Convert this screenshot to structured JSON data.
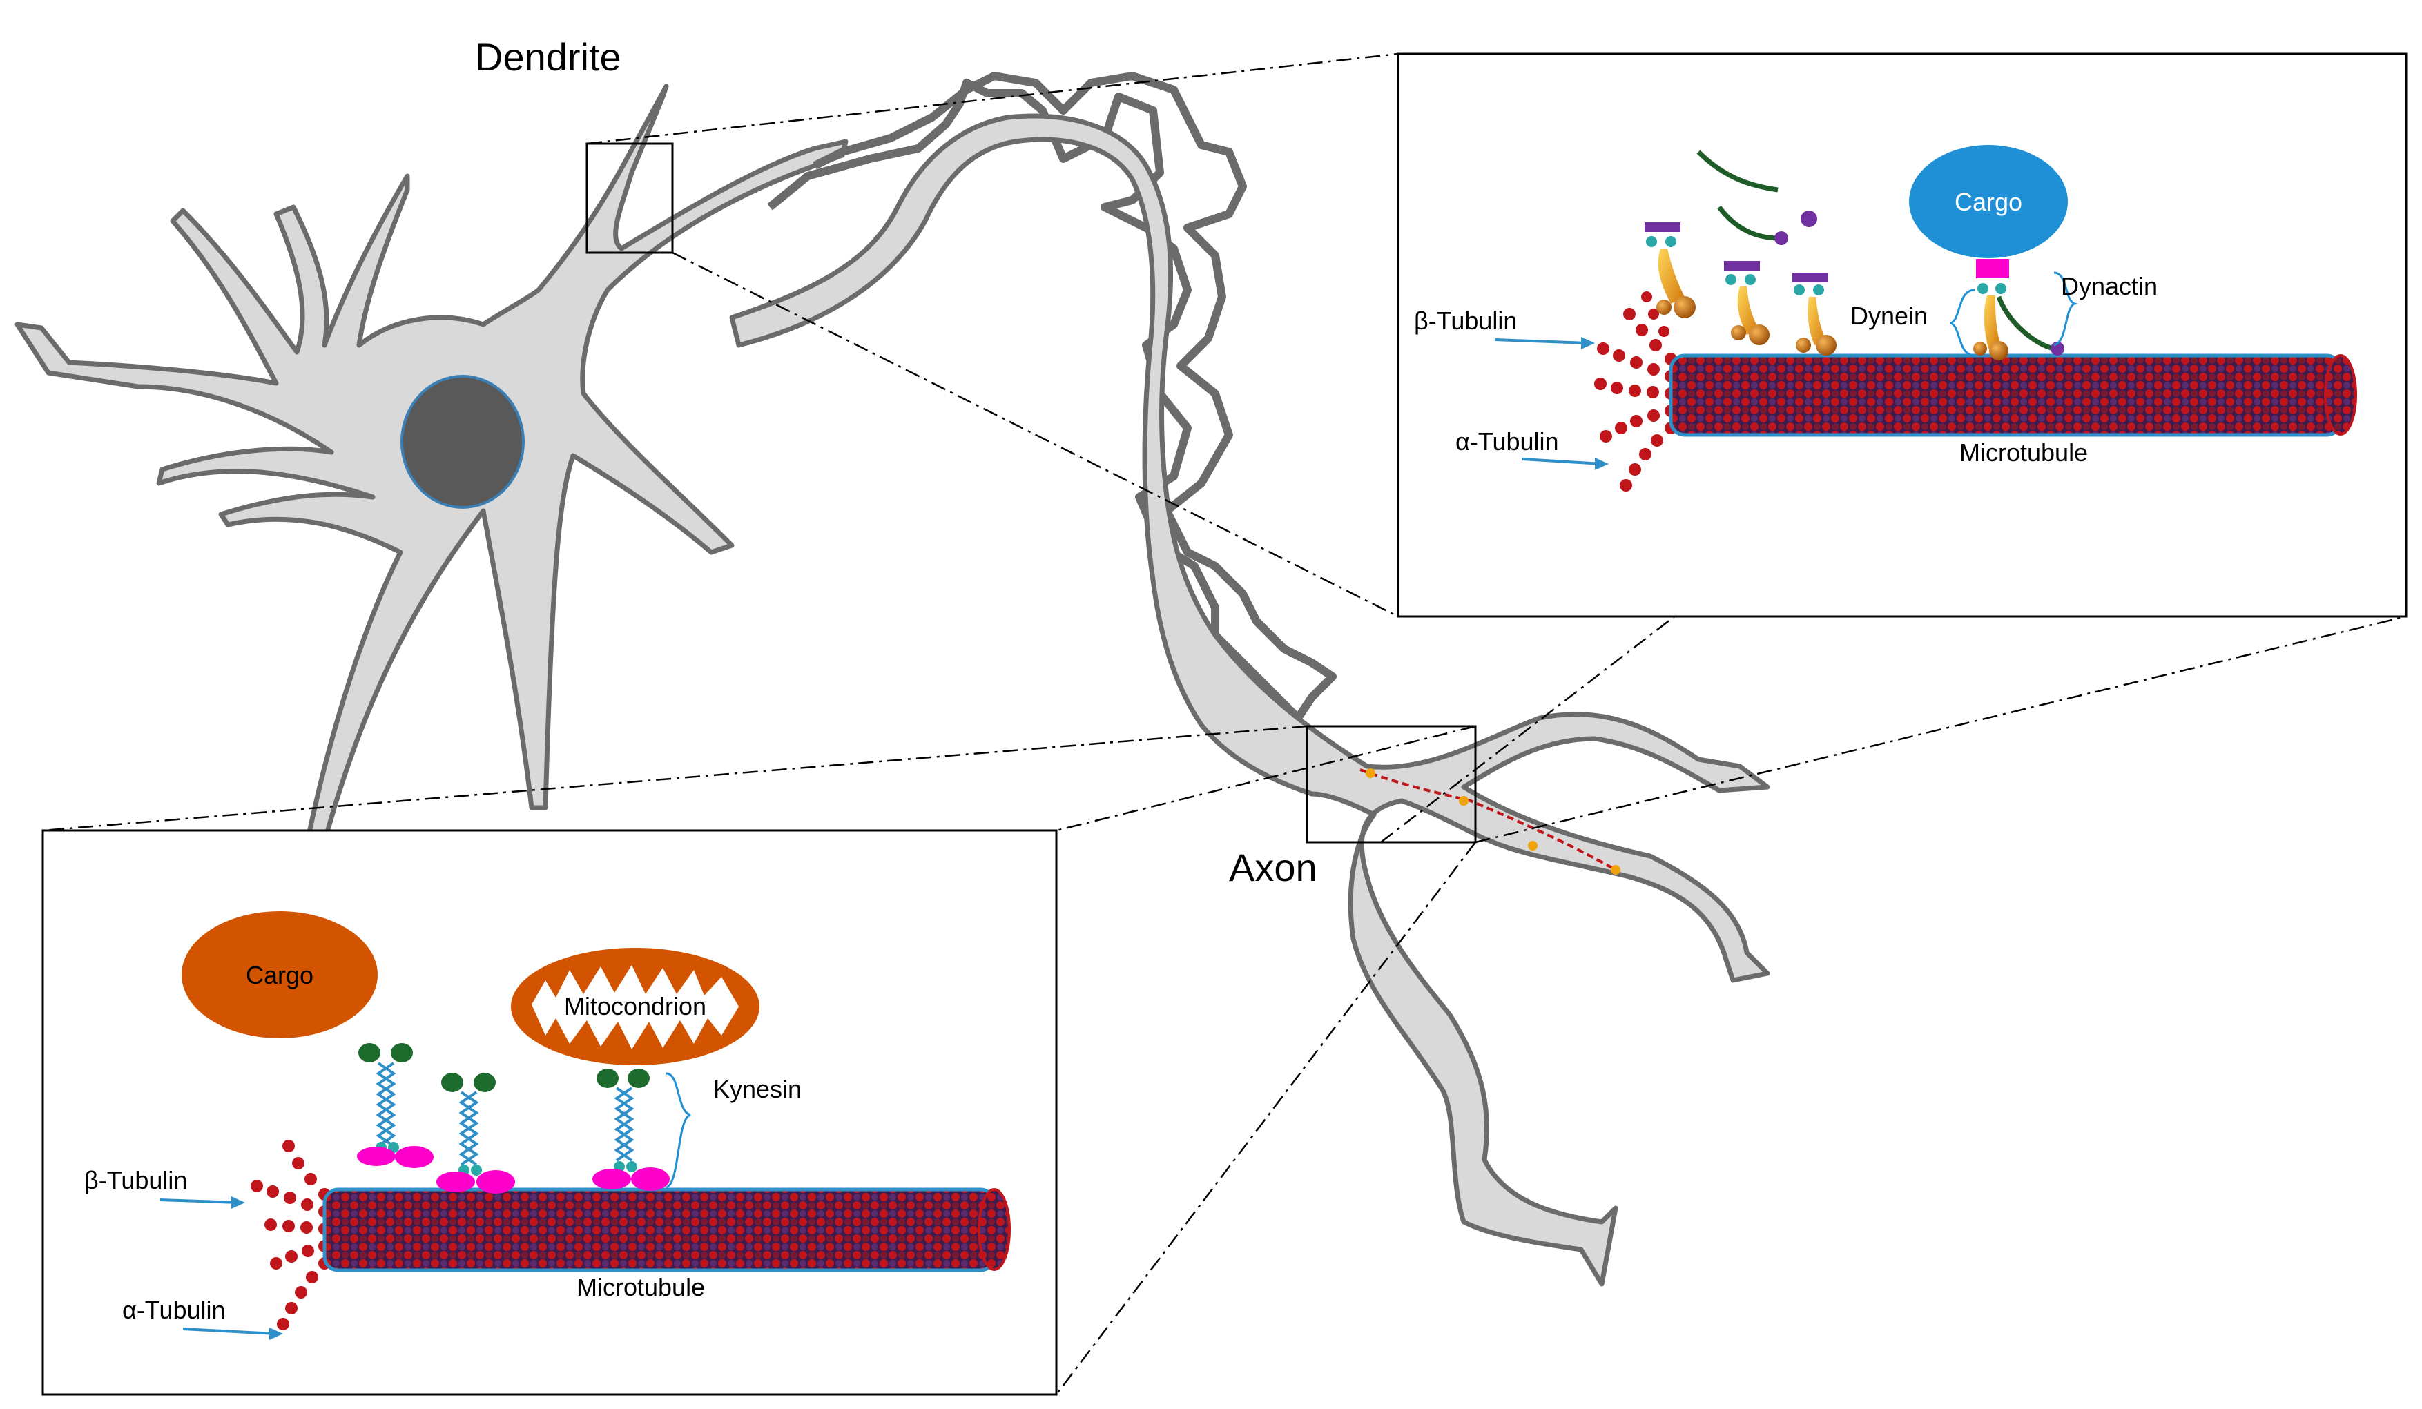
{
  "labels": {
    "dendrite": "Dendrite",
    "axon": "Axon"
  },
  "dynein_panel": {
    "cargo": "Cargo",
    "beta_tubulin": "β-Tubulin",
    "alpha_tubulin": "α-Tubulin",
    "dynein": "Dynein",
    "dynactin": "Dynactin",
    "microtubule": "Microtubule"
  },
  "kinesin_panel": {
    "cargo": "Cargo",
    "mitochondrion": "Mitocondrion",
    "kinesin": "Kynesin",
    "beta_tubulin": "β-Tubulin",
    "alpha_tubulin": "α-Tubulin",
    "microtubule": "Microtubule"
  },
  "colors": {
    "cell_fill": "#d9d9d9",
    "cell_stroke": "#6b6b6b",
    "nucleus": "#595959",
    "nucleus_stroke": "#3a7fb5",
    "cargo_blue": "#1f8fd6",
    "cargo_orange": "#d35400",
    "tubulin_red": "#c0151b",
    "tubulin_dark": "#3c1c4e",
    "microtubule_blue": "#2f8fc9",
    "kinesin_pink": "#ff00cc",
    "kinesin_green": "#1e6b2e",
    "dynein_gold": "#f0a30a",
    "purple": "#7030a0"
  }
}
